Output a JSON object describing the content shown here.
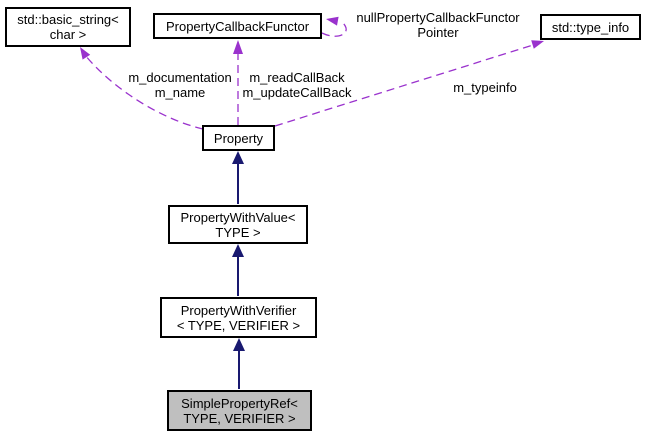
{
  "diagram": {
    "kind": "class-collaboration-diagram",
    "colors": {
      "inheritance_edge": "#191970",
      "usage_edge": "#9a32cd",
      "node_border": "#000000",
      "node_fill": "#ffffff",
      "focus_node_fill": "#bfbfbf",
      "text": "#000000",
      "background": "#ffffff"
    },
    "nodes": {
      "basic_string": {
        "label": "std::basic_string<\nchar >"
      },
      "property_callback_functor": {
        "label": "PropertyCallbackFunctor"
      },
      "type_info": {
        "label": "std::type_info"
      },
      "property": {
        "label": "Property"
      },
      "property_with_value": {
        "label": "PropertyWithValue<\nTYPE >"
      },
      "property_with_verifier": {
        "label": "PropertyWithVerifier\n< TYPE, VERIFIER >"
      },
      "simple_property_ref": {
        "label": "SimplePropertyRef<\nTYPE, VERIFIER >"
      }
    },
    "edge_labels": {
      "documentation_name": "m_documentation\nm_name",
      "read_update_callbacks": "m_readCallBack\nm_updateCallBack",
      "null_callback_pointer": "nullPropertyCallbackFunctor\nPointer",
      "typeinfo": "m_typeinfo"
    },
    "edges": [
      {
        "from": "PropertyWithValue< TYPE >",
        "to": "Property",
        "type": "inheritance"
      },
      {
        "from": "PropertyWithVerifier< TYPE, VERIFIER >",
        "to": "PropertyWithValue< TYPE >",
        "type": "inheritance"
      },
      {
        "from": "SimplePropertyRef< TYPE, VERIFIER >",
        "to": "PropertyWithVerifier< TYPE, VERIFIER >",
        "type": "inheritance"
      },
      {
        "from": "Property",
        "to": "std::basic_string< char >",
        "type": "usage",
        "label": "m_documentation\nm_name"
      },
      {
        "from": "Property",
        "to": "PropertyCallbackFunctor",
        "type": "usage",
        "label": "m_readCallBack\nm_updateCallBack"
      },
      {
        "from": "PropertyCallbackFunctor",
        "to": "PropertyCallbackFunctor",
        "type": "usage",
        "label": "nullPropertyCallbackFunctor\nPointer"
      },
      {
        "from": "Property",
        "to": "std::type_info",
        "type": "usage",
        "label": "m_typeinfo"
      }
    ]
  }
}
